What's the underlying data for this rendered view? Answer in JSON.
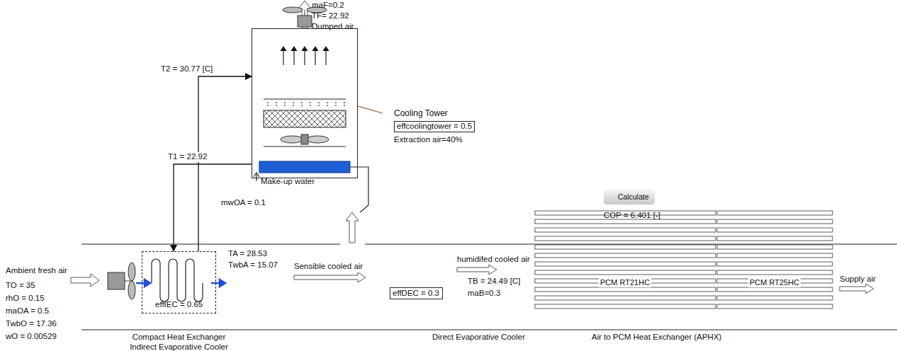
{
  "diagram": {
    "nodes": [
      {
        "text": [
          "Cooling Tower",
          "effcoolingtower = 0.5",
          "Extraction air=40%"
        ]
      },
      {
        "text": [
          "effIEC = 0.65",
          "Compact Heat Exchanger Indirect Evaporative Cooler"
        ]
      },
      {
        "text": [
          "effDEC = 0.3"
        ]
      },
      {
        "text": [
          "PCM RT21HC"
        ]
      },
      {
        "text": [
          "PCM RT25HC"
        ]
      },
      {
        "text": [
          "Calculate"
        ]
      }
    ],
    "edges": [
      {
        "from": 0,
        "to": 1,
        "label": "T1 = 22.92",
        "arrow": "to"
      },
      {
        "from": 1,
        "to": 0,
        "label": "T2 = 30.77 [C]",
        "arrow": "to"
      }
    ],
    "labels": [
      "maF=0.2",
      "TF= 22.92",
      "Dumped air",
      "Make-up water",
      "mwOA = 0.1",
      "COP = 6.401 [-]",
      "Ambient fresh air",
      "TO = 35",
      "rhO = 0.15",
      "maOA = 0.5",
      "TwbO = 17.36",
      "wO = 0.00529",
      "TA = 28.53",
      "TwbA = 15.07",
      "Sensible cooled air",
      "Direct Evaporative Cooler",
      "humidifed cooled air",
      "TB = 24.49 [C]",
      "maB=0.3",
      "Air to PCM Heat Exchanger (APHX)",
      "Supply air"
    ]
  }
}
